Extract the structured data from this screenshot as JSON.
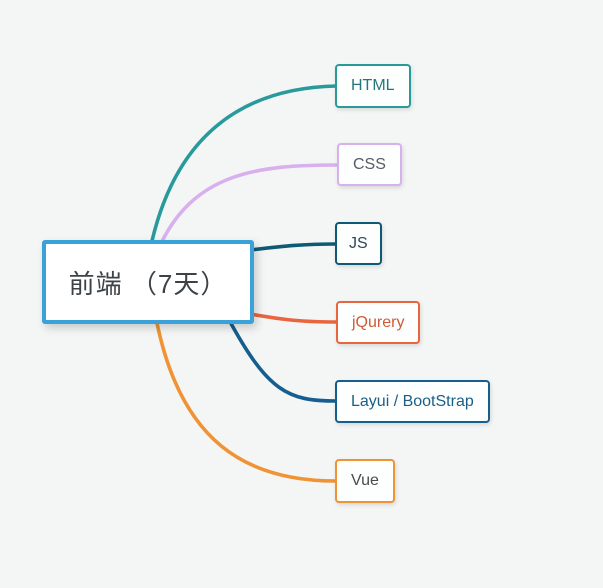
{
  "canvas": {
    "background": "#f4f6f6"
  },
  "root": {
    "label": "前端 （7天）",
    "border_color": "#3ba1d9",
    "text_color": "#3c4246"
  },
  "children": [
    {
      "label": "HTML",
      "color": "#299a9b",
      "text_color": "#23777c"
    },
    {
      "label": "CSS",
      "color": "#d9b0ee",
      "text_color": "#5a5a66"
    },
    {
      "label": "JS",
      "color": "#0e5a75",
      "text_color": "#2b4a56"
    },
    {
      "label": "jQurery",
      "color": "#e8653f",
      "text_color": "#cf5a37"
    },
    {
      "label": "Layui / BootStrap",
      "color": "#165e8d",
      "text_color": "#1b5e86"
    },
    {
      "label": "Vue",
      "color": "#ef9335",
      "text_color": "#4a4a4a"
    }
  ]
}
